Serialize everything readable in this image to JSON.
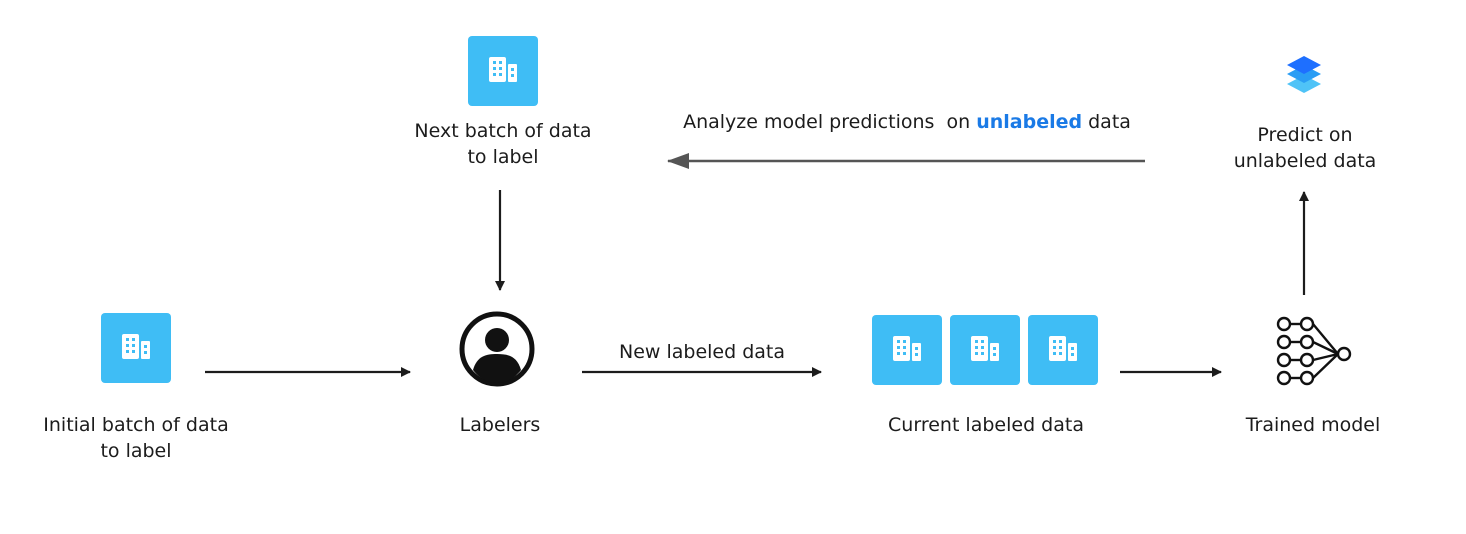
{
  "nodes": {
    "next_batch": {
      "line1": "Next batch of data",
      "line2": "to label",
      "icon": "data-tile-icon"
    },
    "initial_batch": {
      "line1": "Initial batch of data",
      "line2": "to label",
      "icon": "data-tile-icon"
    },
    "labelers": {
      "label": "Labelers",
      "icon": "user-avatar-icon"
    },
    "current_labeled": {
      "label": "Current labeled data",
      "icon": "data-tile-icon"
    },
    "trained_model": {
      "label": "Trained model",
      "icon": "neural-network-icon"
    },
    "predict": {
      "line1": "Predict on",
      "line2": "unlabeled data",
      "icon": "layers-icon"
    }
  },
  "edges": {
    "analyze": {
      "prefix": "Analyze model predictions  on ",
      "highlight": "unlabeled",
      "suffix": " data"
    },
    "new_labeled": {
      "label": "New labeled data"
    }
  },
  "colors": {
    "tile": "#3fbdf5",
    "highlight": "#1a7ae6",
    "arrow": "#1c1c1c",
    "arrow_return": "#555555",
    "layers_top": "#1e90ff",
    "layers_bottom": "#4fc3f7"
  }
}
